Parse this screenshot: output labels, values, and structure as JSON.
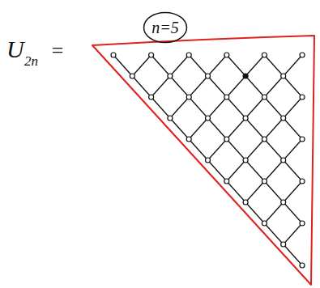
{
  "diagram": {
    "nodes": [
      {
        "text": [
          "n=5"
        ]
      }
    ],
    "labels": [
      "U",
      "2n",
      "="
    ]
  }
}
